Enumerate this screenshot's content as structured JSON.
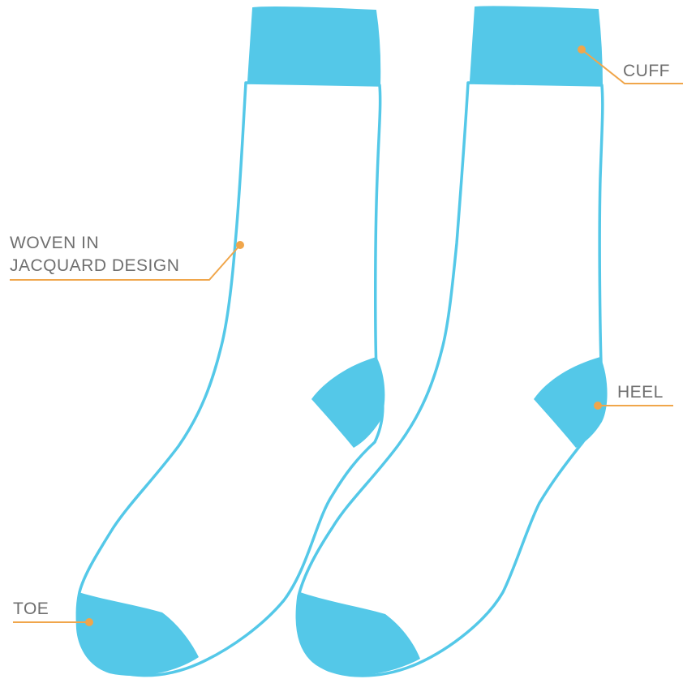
{
  "colors": {
    "fill": "#54c8e8",
    "outline": "#54c8e8",
    "callout": "#f0a64b",
    "text": "#6f6f6f",
    "background": "#ffffff"
  },
  "labels": {
    "cuff": "CUFF",
    "body": [
      "WOVEN IN",
      "JACQUARD DESIGN"
    ],
    "heel": "HEEL",
    "toe": "TOE"
  }
}
